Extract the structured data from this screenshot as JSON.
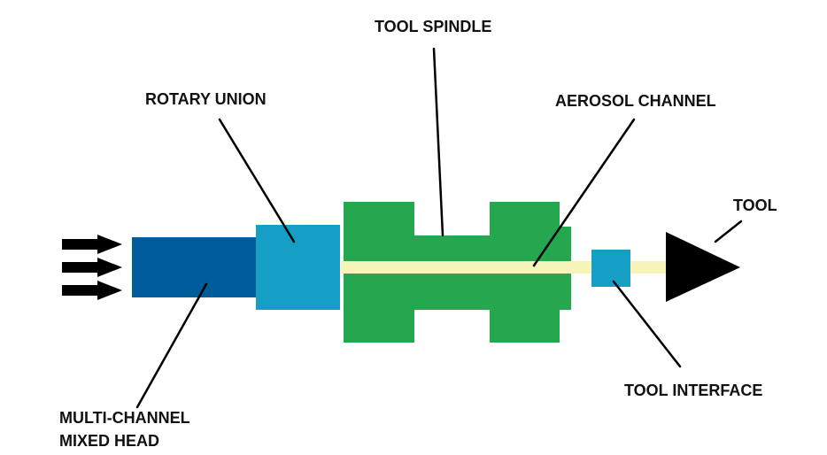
{
  "labels": {
    "tool_spindle": "TOOL SPINDLE",
    "rotary_union": "ROTARY UNION",
    "aerosol_channel": "AEROSOL CHANNEL",
    "tool": "TOOL",
    "tool_interface": "TOOL INTERFACE",
    "mixed_head_line1": "MULTI-CHANNEL",
    "mixed_head_line2": "MIXED HEAD"
  },
  "colors": {
    "mixed_head": "#005b9a",
    "rotary_union": "#169fc4",
    "spindle": "#25a74f",
    "aerosol_channel": "#f6f4b8",
    "tool_interface": "#169fc4",
    "tool": "#000000",
    "arrows": "#000000",
    "leader_lines": "#000000"
  }
}
